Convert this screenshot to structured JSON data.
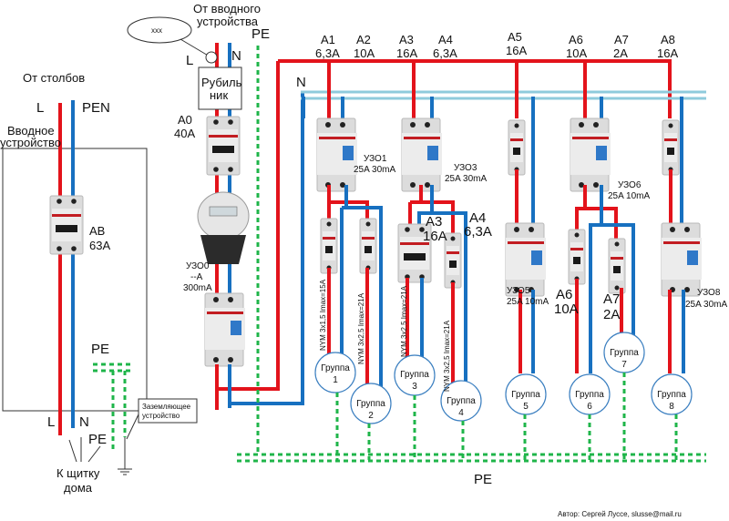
{
  "labels": {
    "from_poles": "От столбов",
    "intro_device_l1": "Вводное",
    "intro_device_l2": "устройство",
    "L": "L",
    "PEN": "PEN",
    "N": "N",
    "PE": "PE",
    "ab_name": "АВ",
    "ab_rating": "63A",
    "from_intro_l1": "От вводного",
    "from_intro_l2": "устройства",
    "xxx": "xxx",
    "switch_l1": "Рубиль",
    "switch_l2": "ник",
    "a0_name": "A0",
    "a0_rating": "40A",
    "uzo0_name": "УЗО0",
    "uzo0_current": "--A",
    "uzo0_leak": "300mA",
    "ground_device_l1": "Заземляющее",
    "ground_device_l2": "устройство",
    "to_panel_l1": "К щитку",
    "to_panel_l2": "дома",
    "pe_bottom": "PE",
    "author": "Автор: Сергей Луссе, slusse@mail.ru"
  },
  "breakers_top": [
    {
      "name": "A1",
      "rating": "6,3A"
    },
    {
      "name": "A2",
      "rating": "10A"
    },
    {
      "name": "A3",
      "rating": "16A"
    },
    {
      "name": "A4",
      "rating": "6,3A"
    },
    {
      "name": "A5",
      "rating": "16A"
    },
    {
      "name": "A6",
      "rating": "10A"
    },
    {
      "name": "A7",
      "rating": "2A"
    },
    {
      "name": "A8",
      "rating": "16A"
    }
  ],
  "rcds": [
    {
      "name": "УЗО1",
      "spec": "25A 30mA"
    },
    {
      "name": "УЗО3",
      "spec": "25A 30mA"
    },
    {
      "name": "УЗО5",
      "spec": "25A 10mA"
    },
    {
      "name": "УЗО6",
      "spec": "25A 10mA"
    },
    {
      "name": "УЗО8",
      "spec": "25A 30mA"
    }
  ],
  "inline_breakers": [
    {
      "name": "A3",
      "rating": "16A"
    },
    {
      "name": "A4",
      "rating": "6,3A"
    },
    {
      "name": "A6",
      "rating": "10A"
    },
    {
      "name": "A7",
      "rating": "2A"
    }
  ],
  "cables": [
    "NYM 3x1,5 Imax=15A",
    "NYM 3x2,5 Imax=21A",
    "NYM 3x2,5 Imax=21A",
    "NYM 3x2,5 Imax=21A"
  ],
  "groups": [
    {
      "word": "Группа",
      "num": "1"
    },
    {
      "word": "Группа",
      "num": "2"
    },
    {
      "word": "Группа",
      "num": "3"
    },
    {
      "word": "Группа",
      "num": "4"
    },
    {
      "word": "Группа",
      "num": "5"
    },
    {
      "word": "Группа",
      "num": "6"
    },
    {
      "word": "Группа",
      "num": "7"
    },
    {
      "word": "Группа",
      "num": "8"
    }
  ]
}
